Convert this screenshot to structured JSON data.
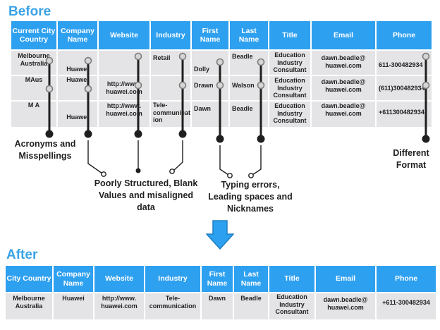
{
  "before": {
    "heading": "Before",
    "headers": [
      "Current City Country",
      "Company Name",
      "Website",
      "Industry",
      "First Name",
      "Last Name",
      "Title",
      "Email",
      "Phone"
    ],
    "rows": [
      {
        "city": [
          "Melbourne",
          "Australia"
        ],
        "company": "Huawei",
        "website": "",
        "industry": "Retail",
        "first": "Dolly",
        "last": "Beadle",
        "title": [
          "Education",
          "Industry",
          "Consultant"
        ],
        "email": [
          "dawn.beadle@",
          "huawei.com"
        ],
        "phone": "611-300482934"
      },
      {
        "city": [
          "MAus"
        ],
        "company": "Huawei",
        "website": [
          "http://www.",
          "huawei.com"
        ],
        "industry": "",
        "first": "Drawn",
        "last": "Walson",
        "title": [
          "Education",
          "Industry",
          "Consultant"
        ],
        "email": [
          "dawn.beadle@",
          "huawei.com"
        ],
        "phone": "(611)300482934"
      },
      {
        "city": [
          "M A"
        ],
        "company": "Huawei",
        "website": [
          "http://www.",
          "huawei.com"
        ],
        "industry": [
          "Tele-",
          "communicat",
          "ion"
        ],
        "first": "Dawn",
        "last": "Beadle",
        "title": [
          "Education",
          "Industry",
          "Consultant"
        ],
        "email": [
          "dawn.beadle@",
          "huawei.com"
        ],
        "phone": "+611300482934"
      }
    ]
  },
  "after": {
    "heading": "After",
    "headers": [
      "City Country",
      "Company Name",
      "Website",
      "Industry",
      "First Name",
      "Last Name",
      "Title",
      "Email",
      "Phone"
    ],
    "row": {
      "city": [
        "Melbourne",
        "Australia"
      ],
      "company": "Huawei",
      "website": [
        "http://www.",
        "huawei.com"
      ],
      "industry": [
        "Tele-",
        "communication"
      ],
      "first": "Dawn",
      "last": "Beadle",
      "title": [
        "Education",
        "Industry",
        "Consultant"
      ],
      "email": [
        "dawn.beadle@",
        "huawei.com"
      ],
      "phone": "+611-300482934"
    }
  },
  "annotations": {
    "acronyms": [
      "Acronyms and",
      "Misspellings"
    ],
    "poorly": [
      "Poorly Structured, Blank",
      "Values and misaligned",
      "data"
    ],
    "typing": [
      "Typing errors,",
      "Leading spaces and",
      "Nicknames"
    ],
    "format": [
      "Different",
      "Format"
    ]
  },
  "colors": {
    "header_blue": "#2ea0f0",
    "heading_blue": "#3aa3e6",
    "cell_gray": "#e4e4e6",
    "connector_gray": "#7b7b7b",
    "connector_dark": "#1f1f1f"
  },
  "icons": {
    "arrow": "down-arrow-icon"
  }
}
